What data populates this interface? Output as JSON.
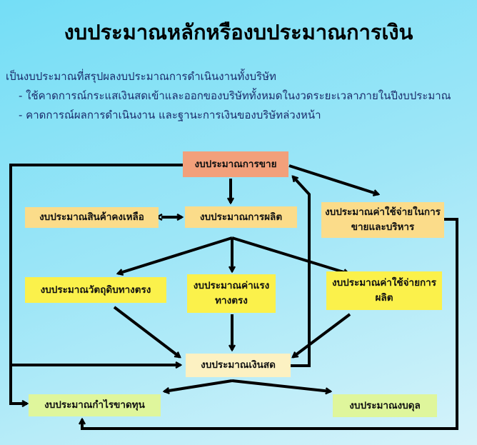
{
  "title": "งบประมาณหลักหรืองบประมาณการเงิน",
  "intro": {
    "main": "เป็นงบประมาณที่สรุปผลงบประมาณการดำเนินงานทั้งบริษัท",
    "points": [
      "- ใช้คาดการณ์กระแสเงินสดเข้าและออกของบริษัททั้งหมดในงวดระยะเวลาภายในปีงบประมาณ",
      "- คาดการณ์ผลการดำเนินงาน และฐานะการเงินของบริษัทล่วงหน้า"
    ]
  },
  "boxes": {
    "sales": "งบประมาณการขาย",
    "inventory": "งบประมาณสินค้าคงเหลือ",
    "production": "งบประมาณการผลิต",
    "selling_admin": "งบประมาณค่าใช้จ่ายในการขายและบริหาร",
    "raw_material": "งบประมาณวัตถุดิบทางตรง",
    "direct_labor": "งบประมาณค่าแรงทางตรง",
    "overhead": "งบประมาณค่าใช้จ่ายการผลิต",
    "cash": "งบประมาณเงินสด",
    "profit_loss": "งบประมาณกำไรขาดทุน",
    "balance_sheet": "งบประมาณงบดุล"
  },
  "colors": {
    "sales": "#f2a07b",
    "orange": "#fbdc8a",
    "yellow": "#fbf14b",
    "cash": "#fcf1c2",
    "green": "#dff69c"
  }
}
